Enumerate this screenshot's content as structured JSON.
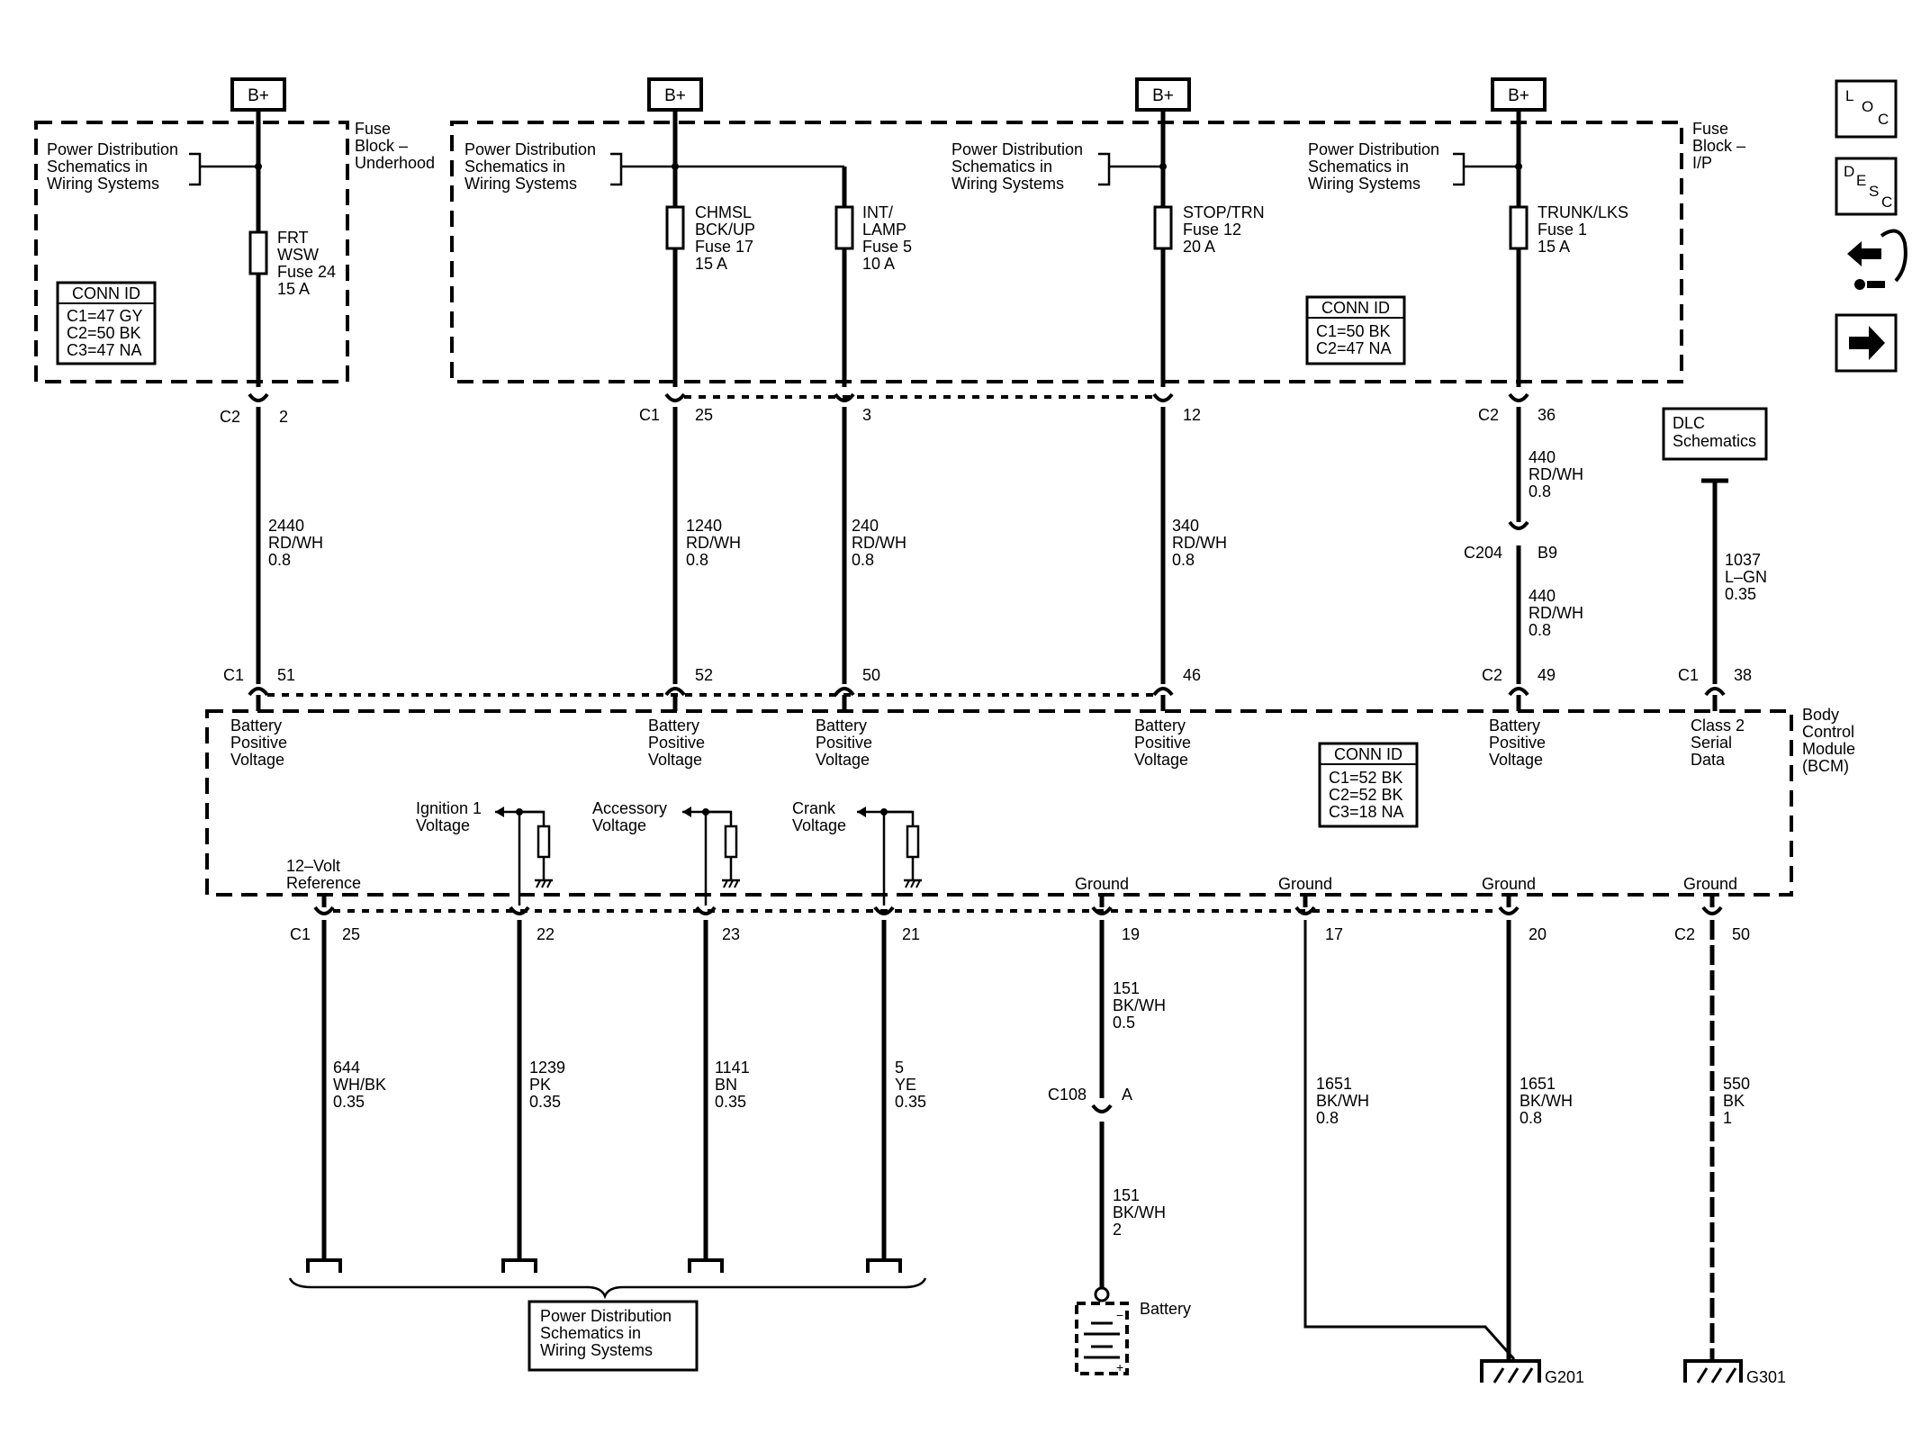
{
  "bplus": [
    "B+",
    "B+",
    "B+",
    "B+"
  ],
  "fuse_block_underhood": [
    "Fuse",
    "Block –",
    "Underhood"
  ],
  "fuse_block_ip": [
    "Fuse",
    "Block –",
    "I/P"
  ],
  "pds_ref": [
    "Power Distribution",
    "Schematics in",
    "Wiring Systems"
  ],
  "fuses": [
    {
      "lines": [
        "FRT",
        "WSW",
        "Fuse 24",
        "15 A"
      ]
    },
    {
      "lines": [
        "CHMSL",
        "BCK/UP",
        "Fuse 17",
        "15 A"
      ]
    },
    {
      "lines": [
        "INT/",
        "LAMP",
        "Fuse 5",
        "10 A"
      ]
    },
    {
      "lines": [
        "STOP/TRN",
        "Fuse 12",
        "20 A"
      ]
    },
    {
      "lines": [
        "TRUNK/LKS",
        "Fuse 1",
        "15 A"
      ]
    }
  ],
  "conn_id_fb_underhood": {
    "title": "CONN ID",
    "lines": [
      "C1=47 GY",
      "C2=50 BK",
      "C3=47 NA"
    ]
  },
  "conn_id_fb_ip": {
    "title": "CONN ID",
    "lines": [
      "C1=50 BK",
      "C2=47 NA"
    ]
  },
  "conn_id_bcm": {
    "title": "CONN ID",
    "lines": [
      "C1=52 BK",
      "C2=52 BK",
      "C3=18 NA"
    ]
  },
  "upper_connectors": [
    {
      "conn": "C2",
      "pin": "2"
    },
    {
      "conn": "C1",
      "pin": "25"
    },
    {
      "conn": "",
      "pin": "3"
    },
    {
      "conn": "",
      "pin": "12"
    },
    {
      "conn": "C2",
      "pin": "36"
    }
  ],
  "upper_wires": [
    [
      "2440",
      "RD/WH",
      "0.8"
    ],
    [
      "1240",
      "RD/WH",
      "0.8"
    ],
    [
      "240",
      "RD/WH",
      "0.8"
    ],
    [
      "340",
      "RD/WH",
      "0.8"
    ],
    [
      "440",
      "RD/WH",
      "0.8"
    ],
    [
      "440",
      "RD/WH",
      "0.8"
    ],
    [
      "1037",
      "L–GN",
      "0.35"
    ]
  ],
  "c204": {
    "conn": "C204",
    "pin": "B9"
  },
  "dlc": [
    "DLC",
    "Schematics"
  ],
  "bcm_top_pins": [
    {
      "conn": "C1",
      "pin": "51"
    },
    {
      "conn": "",
      "pin": "52"
    },
    {
      "conn": "",
      "pin": "50"
    },
    {
      "conn": "",
      "pin": "46"
    },
    {
      "conn": "C2",
      "pin": "49"
    },
    {
      "conn": "C1",
      "pin": "38"
    }
  ],
  "bcm_inputs": [
    [
      "Battery",
      "Positive",
      "Voltage"
    ],
    [
      "Battery",
      "Positive",
      "Voltage"
    ],
    [
      "Battery",
      "Positive",
      "Voltage"
    ],
    [
      "Battery",
      "Positive",
      "Voltage"
    ],
    [
      "Battery",
      "Positive",
      "Voltage"
    ],
    [
      "Class 2",
      "Serial",
      "Data"
    ]
  ],
  "bcm_name": [
    "Body",
    "Control",
    "Module",
    "(BCM)"
  ],
  "bcm_signals": [
    [
      "Ignition 1",
      "Voltage"
    ],
    [
      "Accessory",
      "Voltage"
    ],
    [
      "Crank",
      "Voltage"
    ]
  ],
  "bcm_ref": [
    "12–Volt",
    "Reference"
  ],
  "ground_label": "Ground",
  "bcm_bottom_pins": [
    {
      "conn": "C1",
      "pin": "25"
    },
    {
      "conn": "",
      "pin": "22"
    },
    {
      "conn": "",
      "pin": "23"
    },
    {
      "conn": "",
      "pin": "21"
    },
    {
      "conn": "",
      "pin": "19"
    },
    {
      "conn": "",
      "pin": "17"
    },
    {
      "conn": "",
      "pin": "20"
    },
    {
      "conn": "C2",
      "pin": "50"
    }
  ],
  "lower_wires": [
    [
      "644",
      "WH/BK",
      "0.35"
    ],
    [
      "1239",
      "PK",
      "0.35"
    ],
    [
      "1141",
      "BN",
      "0.35"
    ],
    [
      "5",
      "YE",
      "0.35"
    ],
    [
      "151",
      "BK/WH",
      "0.5"
    ],
    [
      "1651",
      "BK/WH",
      "0.8"
    ],
    [
      "1651",
      "BK/WH",
      "0.8"
    ],
    [
      "550",
      "BK",
      "1"
    ],
    [
      "151",
      "BK/WH",
      "2"
    ]
  ],
  "c108": {
    "conn": "C108",
    "pin": "A"
  },
  "battery_label": "Battery",
  "grounds": [
    "G201",
    "G301"
  ],
  "nav_icons": [
    "loc-icon",
    "desc-icon",
    "connector-icon",
    "next-arrow-icon"
  ],
  "loc_letters": [
    "L",
    "O",
    "C"
  ],
  "desc_letters": [
    "D",
    "E",
    "S",
    "C"
  ]
}
